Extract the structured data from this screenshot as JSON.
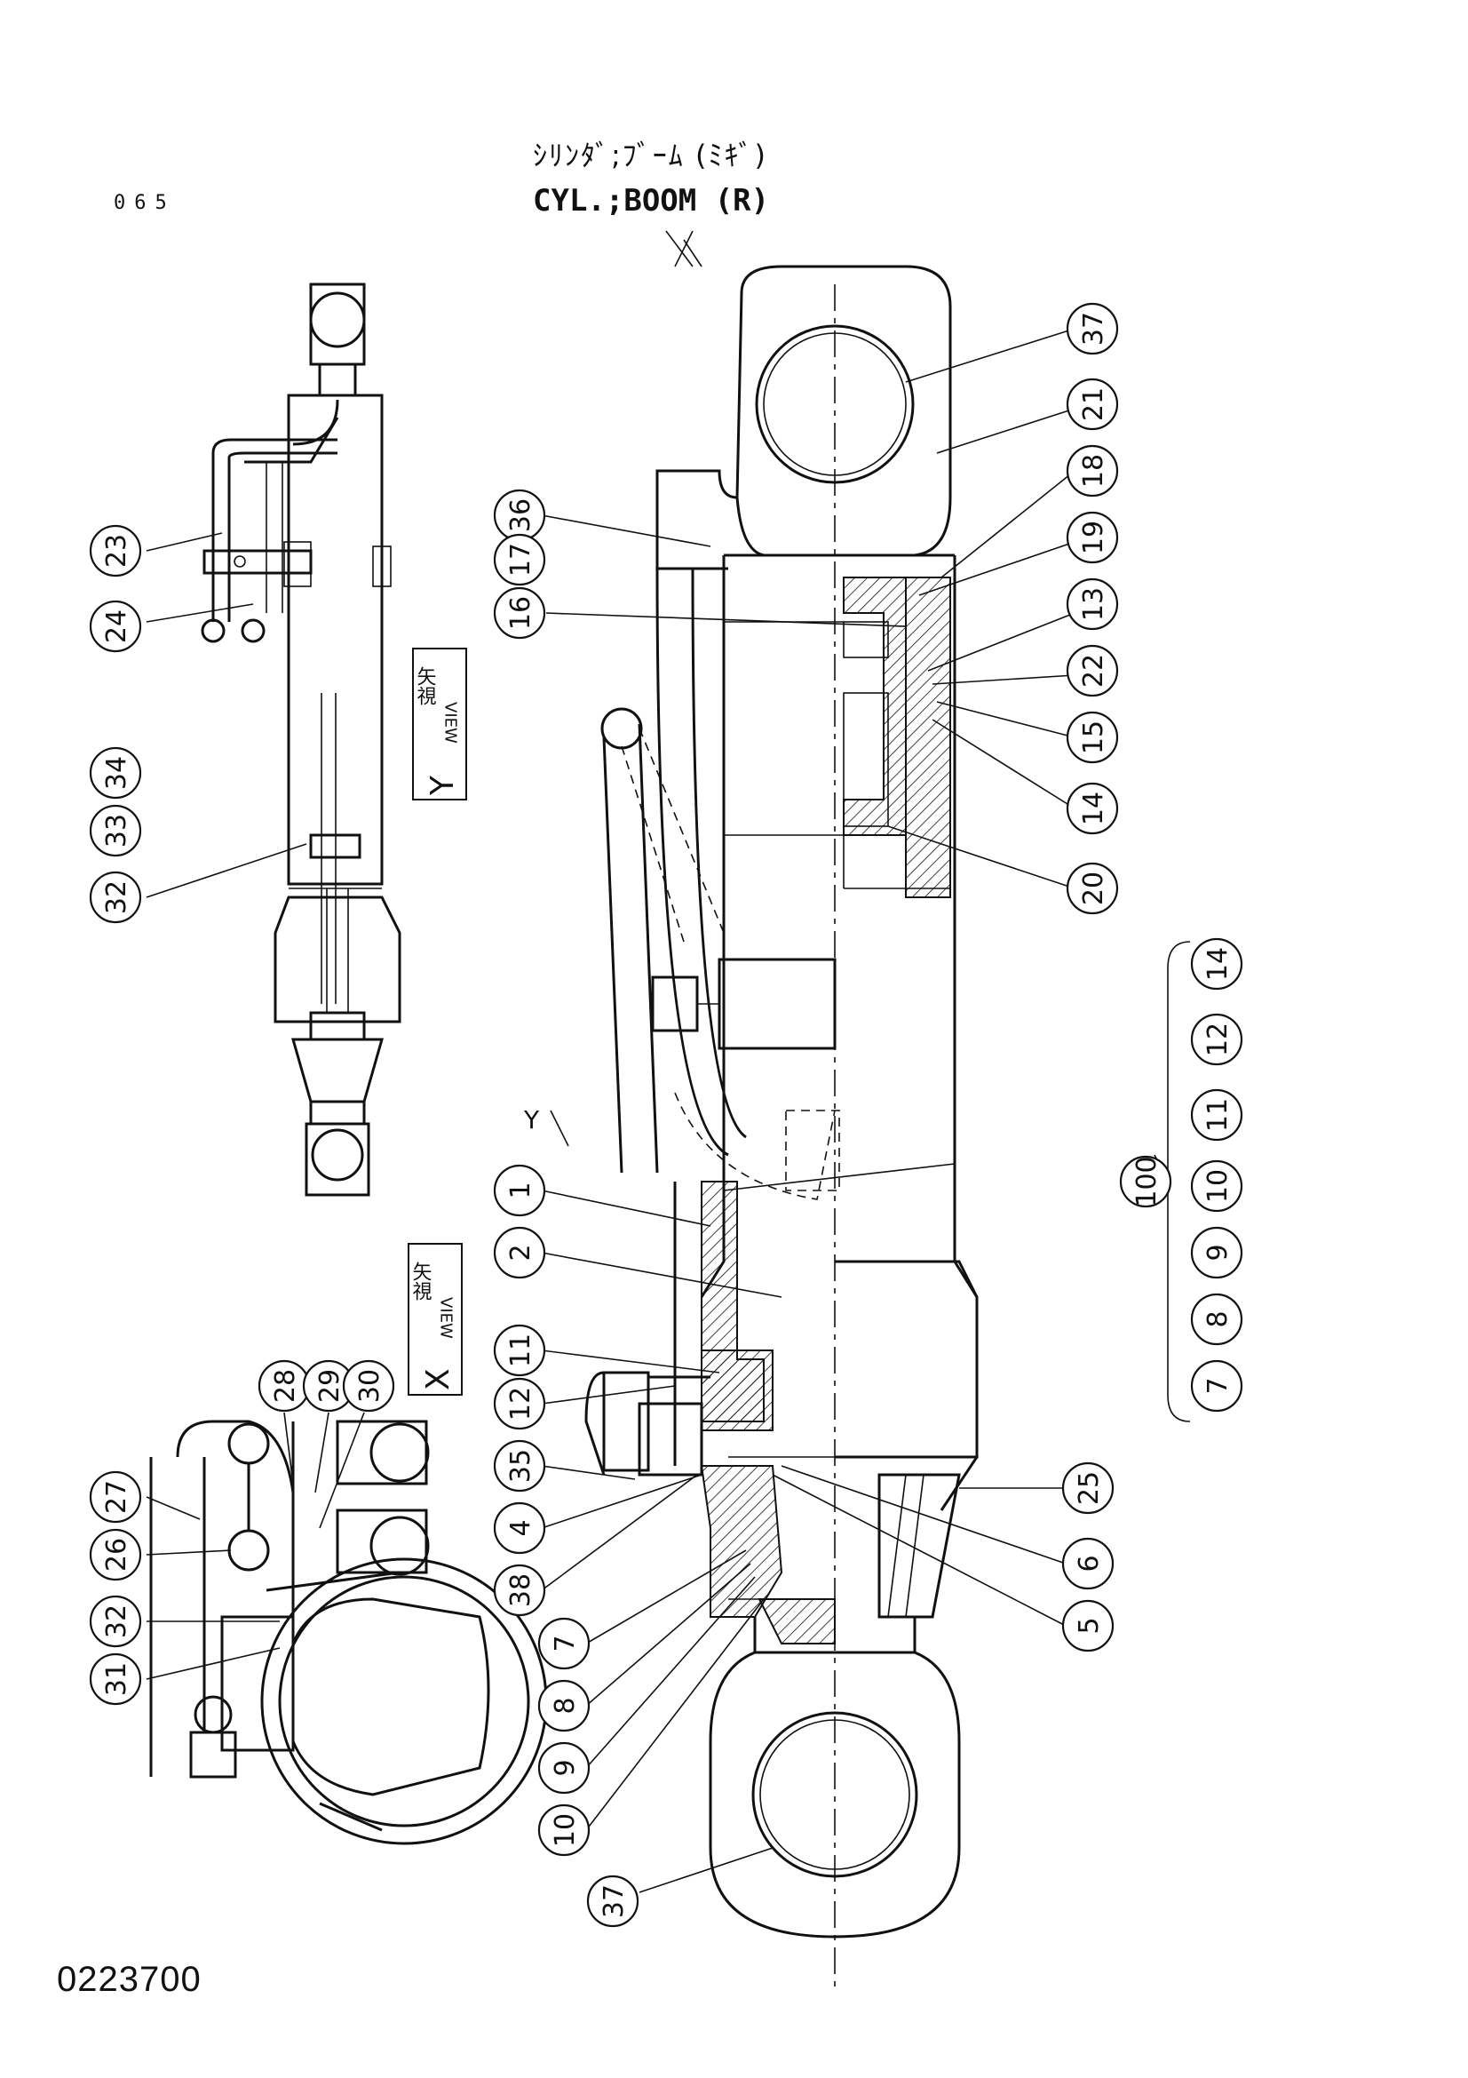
{
  "header": {
    "title_jp": "ｼﾘﾝﾀﾞ;ﾌﾞｰﾑ (ﾐｷﾞ)",
    "title_en": "CYL.;BOOM (R)",
    "page_number": "065"
  },
  "footer": {
    "drawing_number": "0223700"
  },
  "view_labels": {
    "view_y": {
      "jp": "矢視",
      "en": "VIEW",
      "letter": "Y"
    },
    "view_x": {
      "jp": "矢視",
      "en": "VIEW",
      "letter": "X"
    },
    "marker_x": "X",
    "marker_y": "Y"
  },
  "callouts": [
    "37",
    "21",
    "18",
    "19",
    "13",
    "22",
    "15",
    "14",
    "20",
    "36",
    "17",
    "16",
    "23",
    "24",
    "34",
    "33",
    "32",
    "1",
    "2",
    "11",
    "12",
    "35",
    "4",
    "38",
    "7",
    "8",
    "9",
    "10",
    "25",
    "6",
    "5",
    "28",
    "29",
    "30",
    "27",
    "26",
    "32",
    "31",
    "37"
  ],
  "kit": {
    "label": "100",
    "parts": [
      "7",
      "8",
      "9",
      "10",
      "11",
      "12",
      "14"
    ]
  }
}
